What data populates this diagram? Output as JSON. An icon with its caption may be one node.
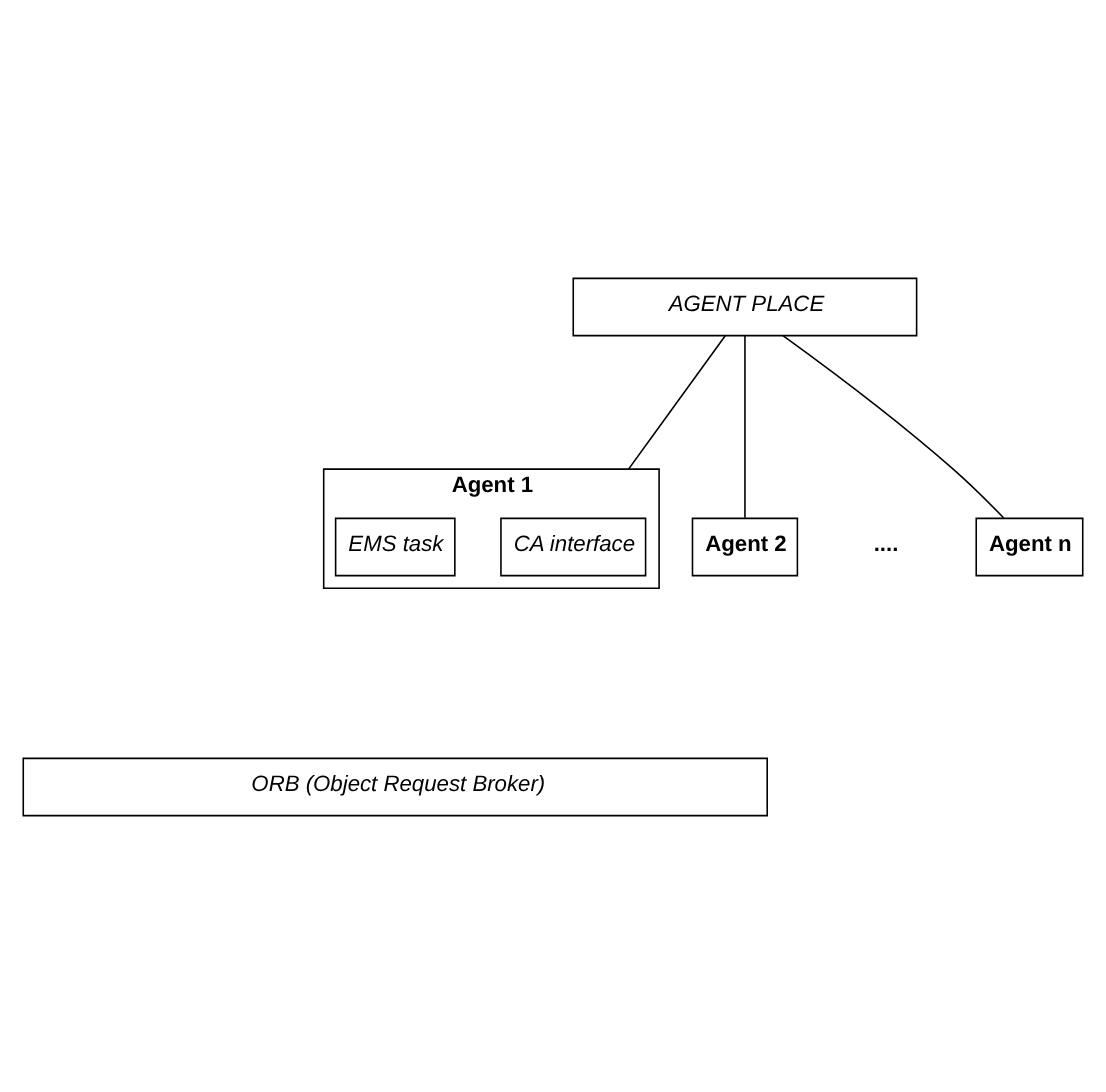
{
  "diagram": {
    "nodes": [
      {
        "text": [
          "AGENT PLACE"
        ]
      },
      {
        "text": [
          "Agent 1"
        ]
      },
      {
        "text": [
          "CA interface"
        ],
        "in": 1
      },
      {
        "text": [
          "EMS task"
        ],
        "in": 1
      },
      {
        "text": [
          "Agent 2"
        ]
      },
      {
        "text": [
          "Agent n"
        ]
      },
      {
        "text": [
          "ORB (Object Request Broker)"
        ]
      }
    ],
    "edges": [
      {
        "from": 0,
        "to": 1,
        "arrow": "none"
      },
      {
        "from": 0,
        "to": 4,
        "arrow": "none"
      },
      {
        "from": 0,
        "to": 5,
        "arrow": "none"
      }
    ],
    "labels": [
      "...."
    ]
  }
}
